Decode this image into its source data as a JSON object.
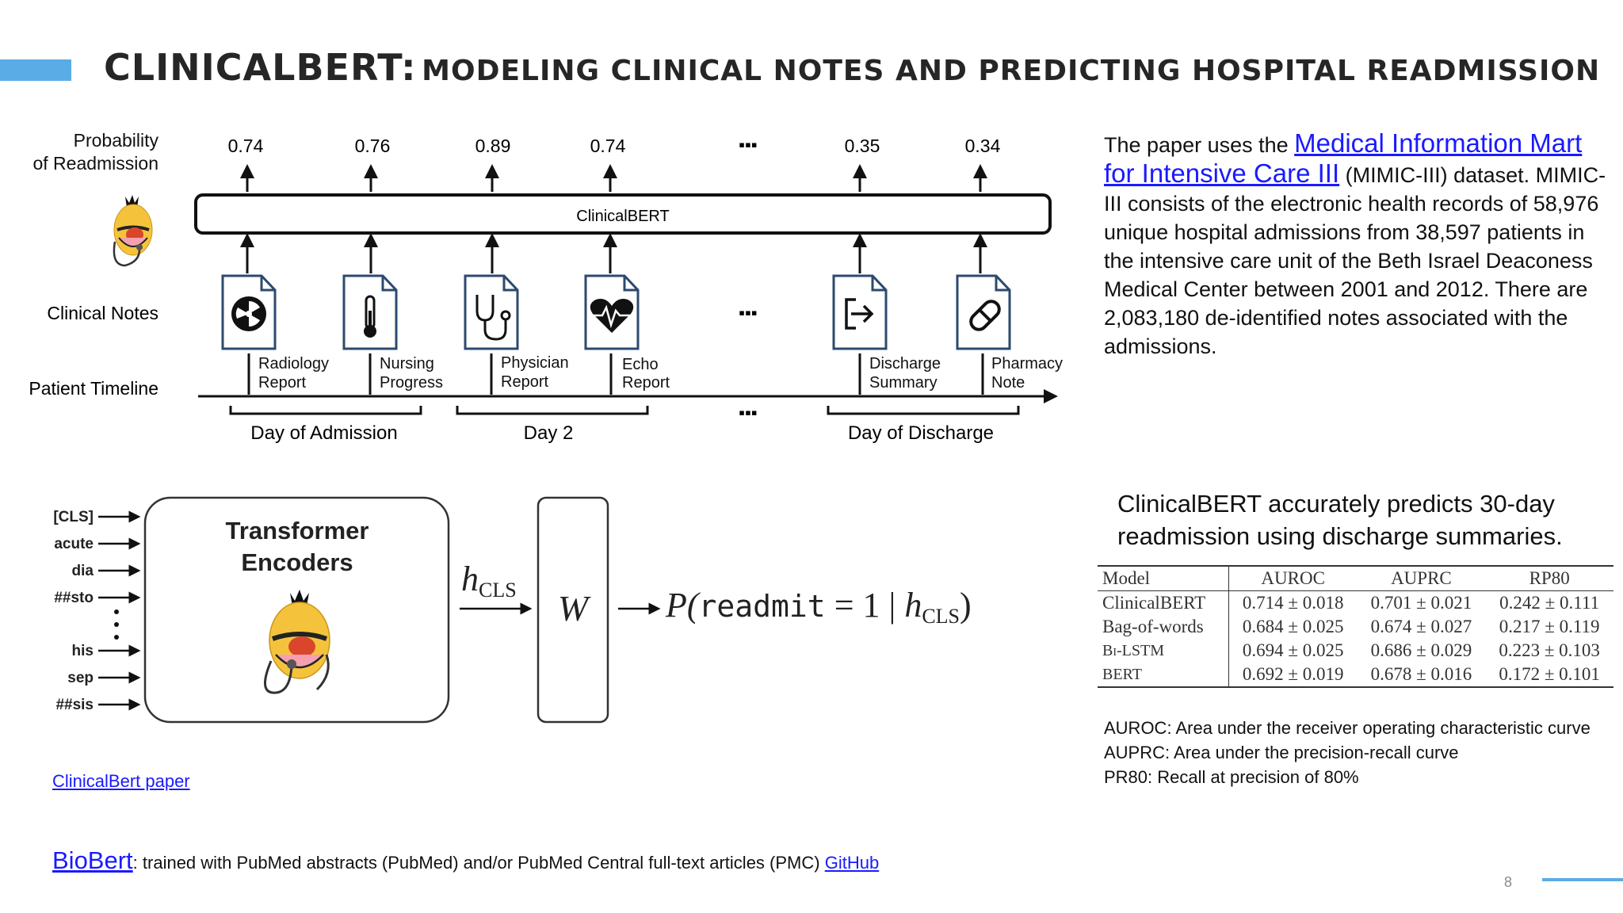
{
  "title": {
    "main": "CLINICALBERT:",
    "sub": "MODELING CLINICAL NOTES AND PREDICTING HOSPITAL READMISSION"
  },
  "timeline_diagram": {
    "prob_label_1": "Probability",
    "prob_label_2": "of Readmission",
    "probabilities": [
      "0.74",
      "0.76",
      "0.89",
      "0.74",
      "0.35",
      "0.34"
    ],
    "model_label": "ClinicalBERT",
    "notes_label": "Clinical Notes",
    "timeline_label": "Patient Timeline",
    "notes": [
      {
        "line1": "Radiology",
        "line2": "Report",
        "icon": "radiation-icon"
      },
      {
        "line1": "Nursing",
        "line2": "Progress",
        "icon": "thermometer-icon"
      },
      {
        "line1": "Physician",
        "line2": "Report",
        "icon": "stethoscope-icon"
      },
      {
        "line1": "Echo",
        "line2": "Report",
        "icon": "heartbeat-icon"
      },
      {
        "line1": "Discharge",
        "line2": "Summary",
        "icon": "exit-arrow-icon"
      },
      {
        "line1": "Pharmacy",
        "line2": "Note",
        "icon": "pill-icon"
      }
    ],
    "days": [
      "Day of Admission",
      "Day 2",
      "Day of Discharge"
    ],
    "ellipsis": "▪▪▪"
  },
  "architecture_diagram": {
    "tokens": [
      "[CLS]",
      "acute",
      "dia",
      "##sto",
      "his",
      "sep",
      "##sis"
    ],
    "encoder_line1": "Transformer",
    "encoder_line2": "Encoders",
    "h_cls": "h",
    "cls_sub": "CLS",
    "weight": "W",
    "output_prefix": "P(",
    "output_mid": "readmit",
    "output_suffix": " = 1 | ",
    "output_close": ")"
  },
  "description": {
    "pre": "The paper uses the ",
    "link": "Medical Information Mart for Intensive Care III",
    "post": " (MIMIC-III) dataset. MIMIC-III consists of the electronic health records of 58,976 unique hospital admissions from 38,597 patients in the intensive care unit of the Beth Israel Deaconess Medical Center between 2001 and 2012. There are 2,083,180 de-identified notes associated with the admissions."
  },
  "claim": "ClinicalBERT accurately predicts 30-day readmission using discharge summaries.",
  "results_table": {
    "headers": [
      "Model",
      "AUROC",
      "AUPRC",
      "RP80"
    ],
    "rows": [
      [
        "ClinicalBERT",
        "0.714 ± 0.018",
        "0.701 ± 0.021",
        "0.242 ± 0.111"
      ],
      [
        "Bag-of-words",
        "0.684 ± 0.025",
        "0.674 ± 0.027",
        "0.217 ± 0.119"
      ],
      [
        "Bi-LSTM",
        "0.694 ± 0.025",
        "0.686 ± 0.029",
        "0.223 ± 0.103"
      ],
      [
        "BERT",
        "0.692 ± 0.019",
        "0.678 ± 0.016",
        "0.172 ± 0.101"
      ]
    ]
  },
  "definitions": [
    "AUROC: Area under the receiver operating characteristic curve",
    "AUPRC: Area under the precision-recall curve",
    "PR80: Recall at precision of 80%"
  ],
  "paper_link": "ClinicalBert paper",
  "biobert": {
    "link": "BioBert",
    "text": ": trained with PubMed abstracts (PubMed) and/or PubMed Central full-text articles (PMC) ",
    "github": "GitHub"
  },
  "page_number": "8",
  "colors": {
    "accent": "#5aace6",
    "link": "#1a1aff",
    "icon_stroke": "#2c4a6e",
    "mascot_yellow": "#f5c33b",
    "mascot_red": "#d9462b"
  }
}
